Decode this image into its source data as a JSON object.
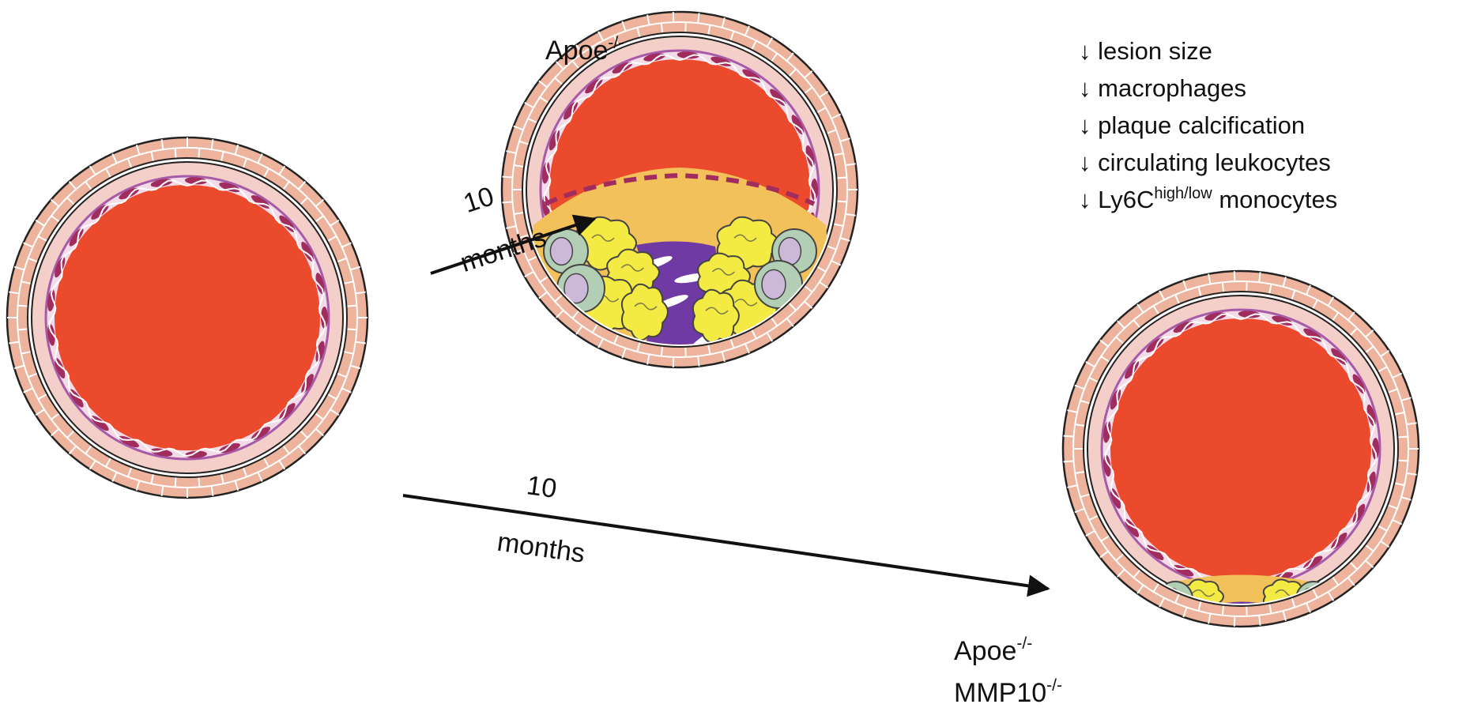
{
  "arrows": {
    "top": {
      "line1": "10",
      "line2": "months"
    },
    "bottom": {
      "line1": "10",
      "line2": "months"
    }
  },
  "genotypes": {
    "top": {
      "base": "Apoe",
      "sup": "-/-"
    },
    "bottom": {
      "line1": {
        "base": "Apoe",
        "sup": "-/-"
      },
      "line2": {
        "base": "MMP10",
        "sup": "-/-"
      }
    }
  },
  "effects": {
    "arrow_symbol": "↓",
    "items": [
      {
        "text": "lesion size"
      },
      {
        "text": "macrophages"
      },
      {
        "text": "plaque calcification"
      },
      {
        "text": "circulating leukocytes"
      },
      {
        "text": "Ly6C",
        "sup": "high/low",
        "suffix": " monocytes"
      }
    ]
  },
  "colors": {
    "lumen": "#ec4a2c",
    "adventitia": "#eeb39c",
    "brick_line": "#ffffff",
    "outline": "#222222",
    "media": "#f4cfc9",
    "endothelium": "#a02d5e",
    "elastic_lamina": "#a65aa8",
    "lipid_core": "#f2c15a",
    "foam_cell": "#f3ea43",
    "macrophage": "#b2cfb6",
    "nucleus": "#ccb8d8",
    "calcification": "#6f3aa3"
  }
}
